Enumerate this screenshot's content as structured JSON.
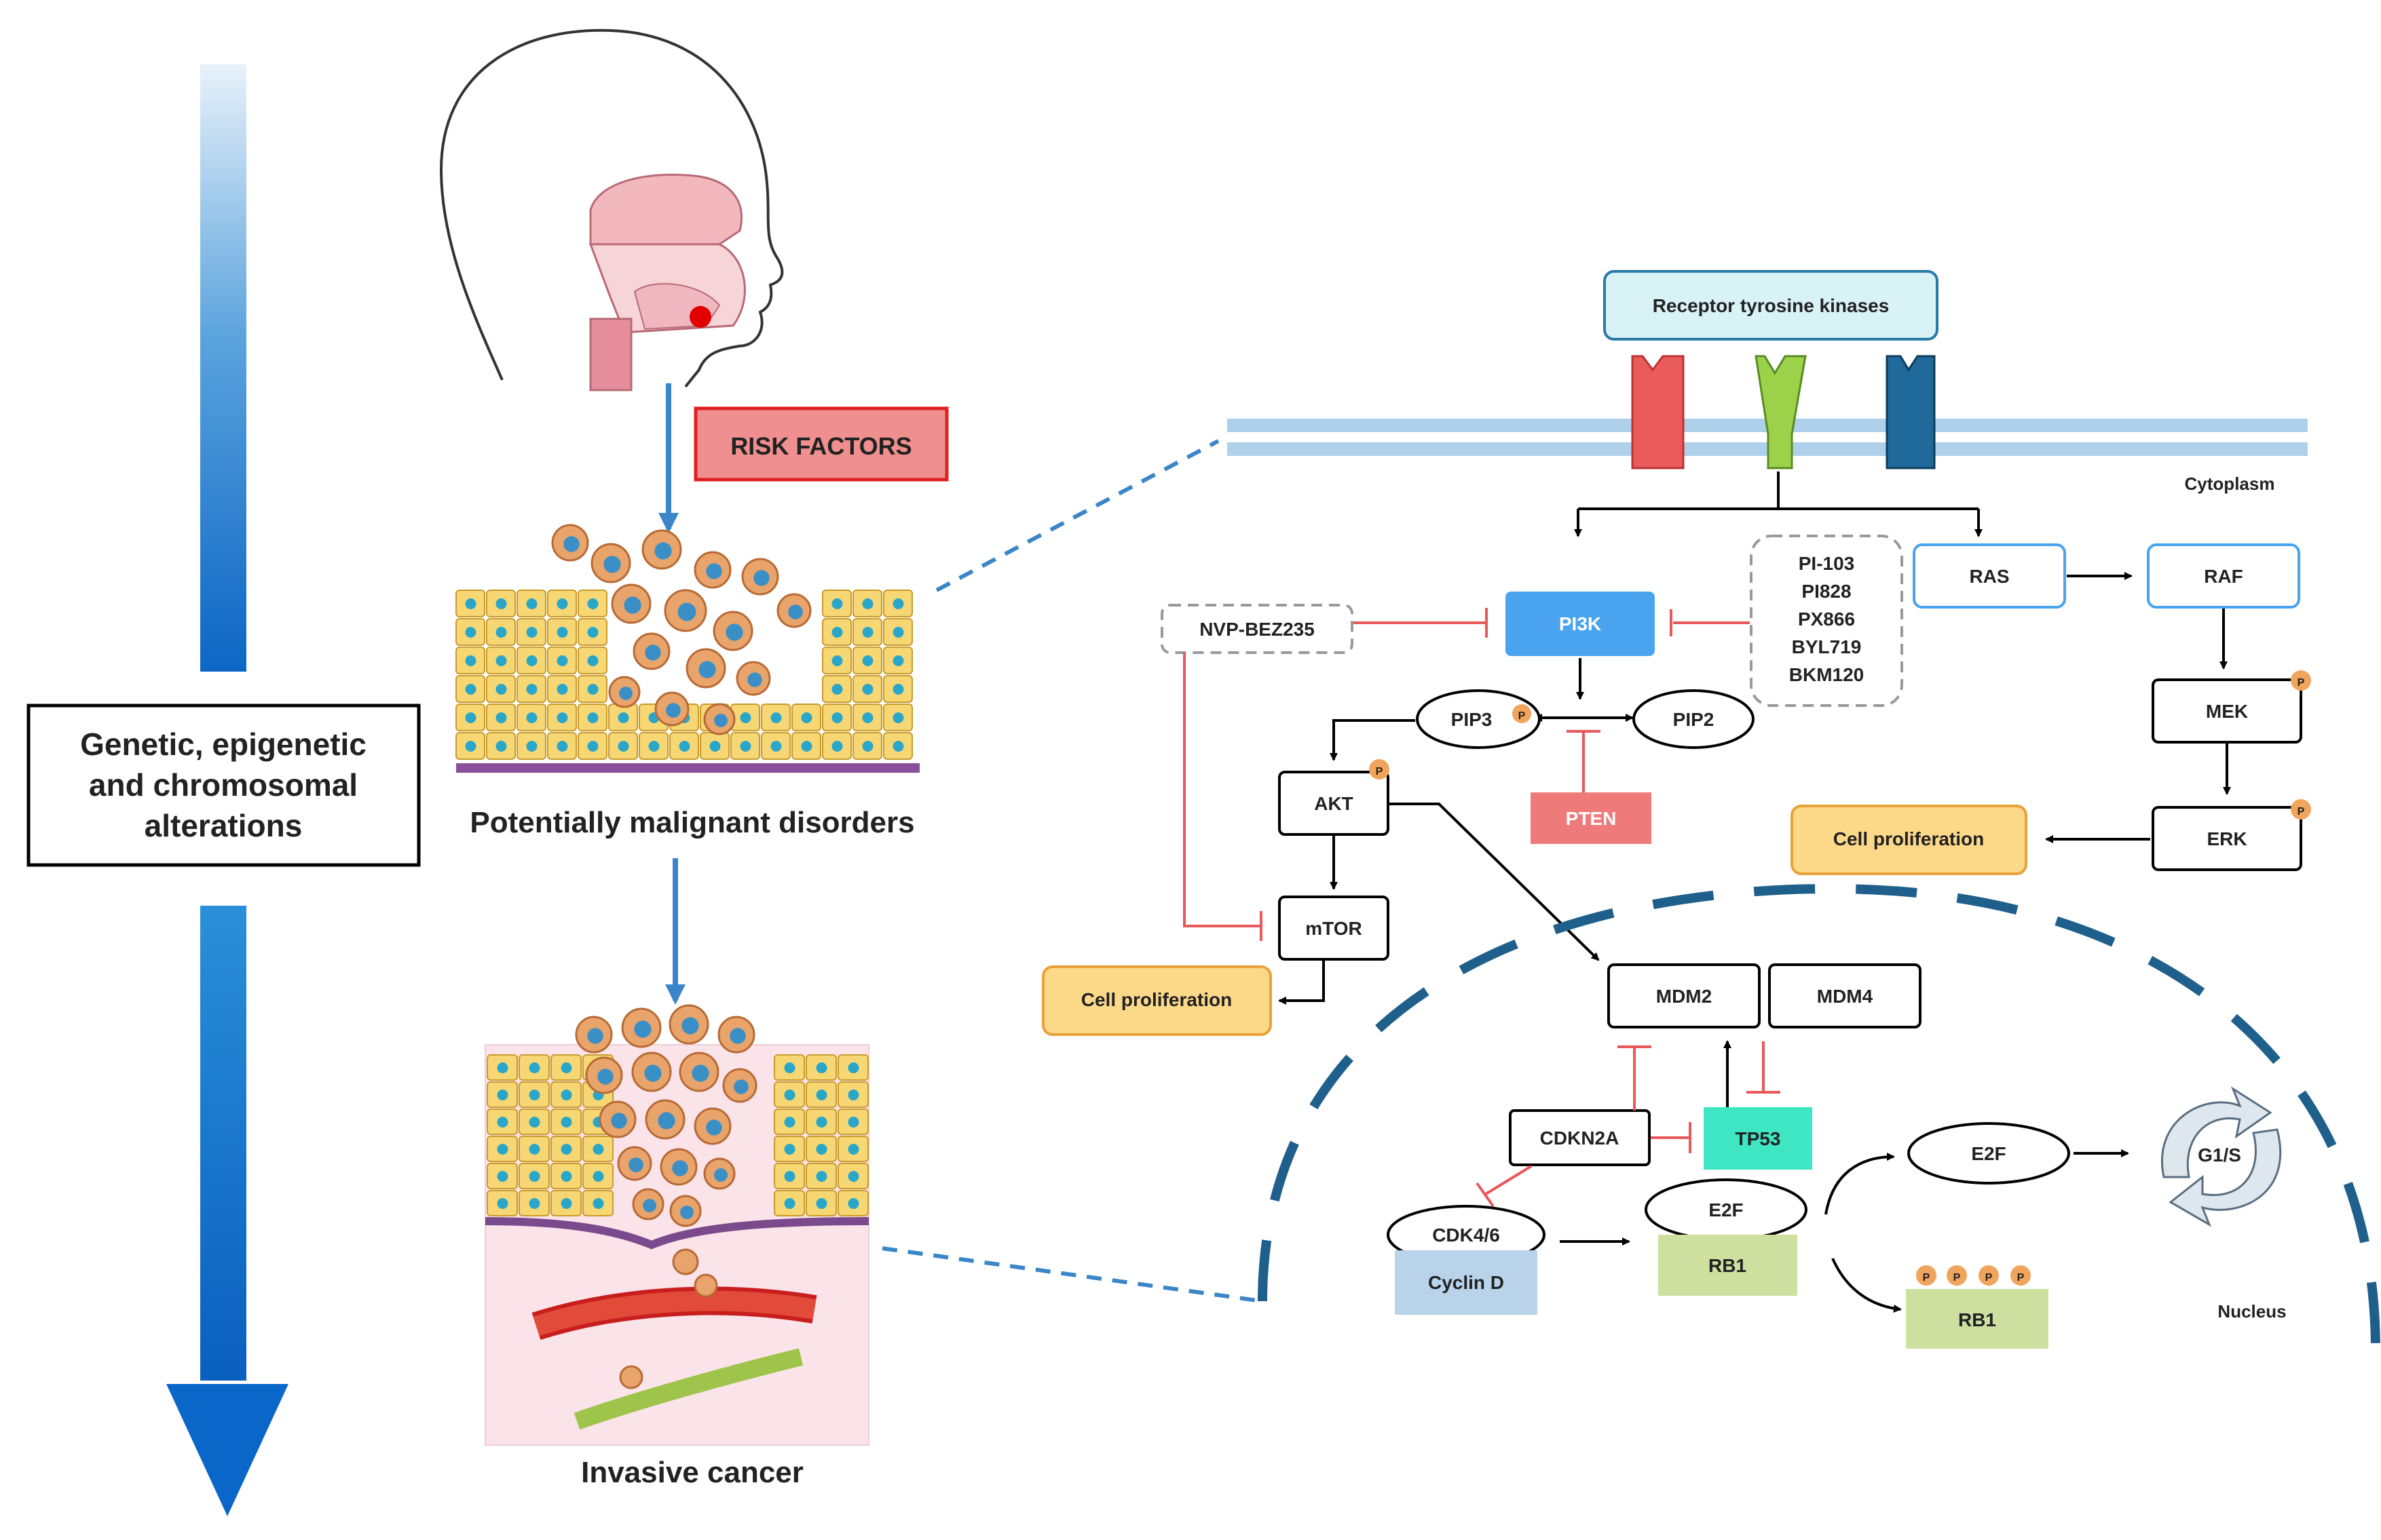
{
  "left": {
    "alterations_label": [
      "Genetic, epigenetic",
      "and chromosomal",
      "alterations"
    ],
    "risk_factors": "RISK FACTORS",
    "stage1": "Potentially malignant disorders",
    "stage2": "Invasive cancer"
  },
  "pathway": {
    "rtk": "Receptor tyrosine kinases",
    "cytoplasm": "Cytoplasm",
    "nucleus": "Nucleus",
    "inhibitors": [
      "PI-103",
      "PI828",
      "PX866",
      "BYL719",
      "BKM120"
    ],
    "nvp": "NVP-BEZ235",
    "pi3k": "PI3K",
    "pip3": "PIP3",
    "pip2": "PIP2",
    "pten": "PTEN",
    "akt": "AKT",
    "mtor": "mTOR",
    "ras": "RAS",
    "raf": "RAF",
    "mek": "MEK",
    "erk": "ERK",
    "cell_prolif_left": "Cell proliferation",
    "cell_prolif_right": "Cell proliferation",
    "mdm2": "MDM2",
    "mdm4": "MDM4",
    "cdkn2a": "CDKN2A",
    "tp53": "TP53",
    "cdk46": "CDK4/6",
    "cyclin_d": "Cyclin D",
    "e2f_a": "E2F",
    "rb1_a": "RB1",
    "e2f_b": "E2F",
    "g1s": "G1/S",
    "rb1_b": "RB1",
    "p": "P"
  },
  "colors": {
    "arrow_blue": "#3a86c8",
    "risk_fill": "#ef8f8f",
    "risk_border": "#e0201f",
    "pi3k": "#4aa3ee",
    "pten": "#ef7a7a",
    "tp53": "#3ee6c4",
    "prolif": "#fcd889",
    "cyclin": "#b8d3ea",
    "rb1": "#cde0a0",
    "rtk_box": "#d8f2f6",
    "receptor_red": "#ea5b5b",
    "receptor_green": "#9bd24a",
    "receptor_blue": "#1f6a9a"
  }
}
